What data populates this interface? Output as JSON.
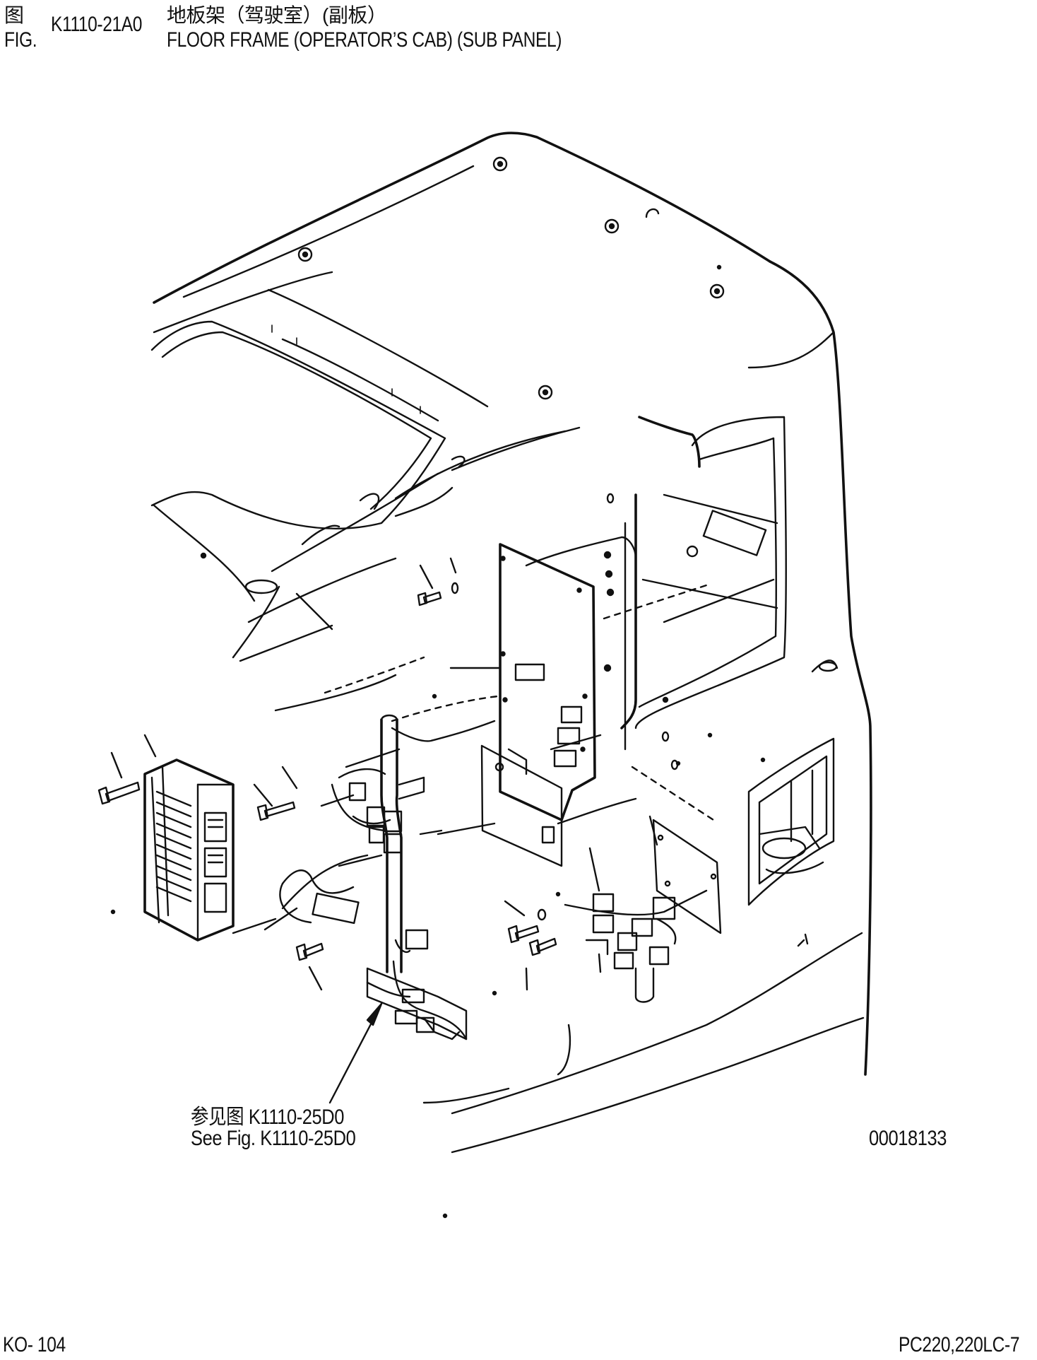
{
  "header": {
    "fig_label_cn": "图",
    "fig_label_en": "FIG.",
    "fig_code": "K1110-21A0",
    "title_cn": "地板架（驾驶室）(副板）",
    "title_en": "FLOOR FRAME (OPERATOR’S CAB) (SUB PANEL)"
  },
  "diagram": {
    "reference_cn": "参见图 K1110-25D0",
    "reference_en": "See Fig. K1110-25D0",
    "illustration_number": "00018133"
  },
  "footer": {
    "page_number": "KO- 104",
    "model": "PC220,220LC-7"
  }
}
